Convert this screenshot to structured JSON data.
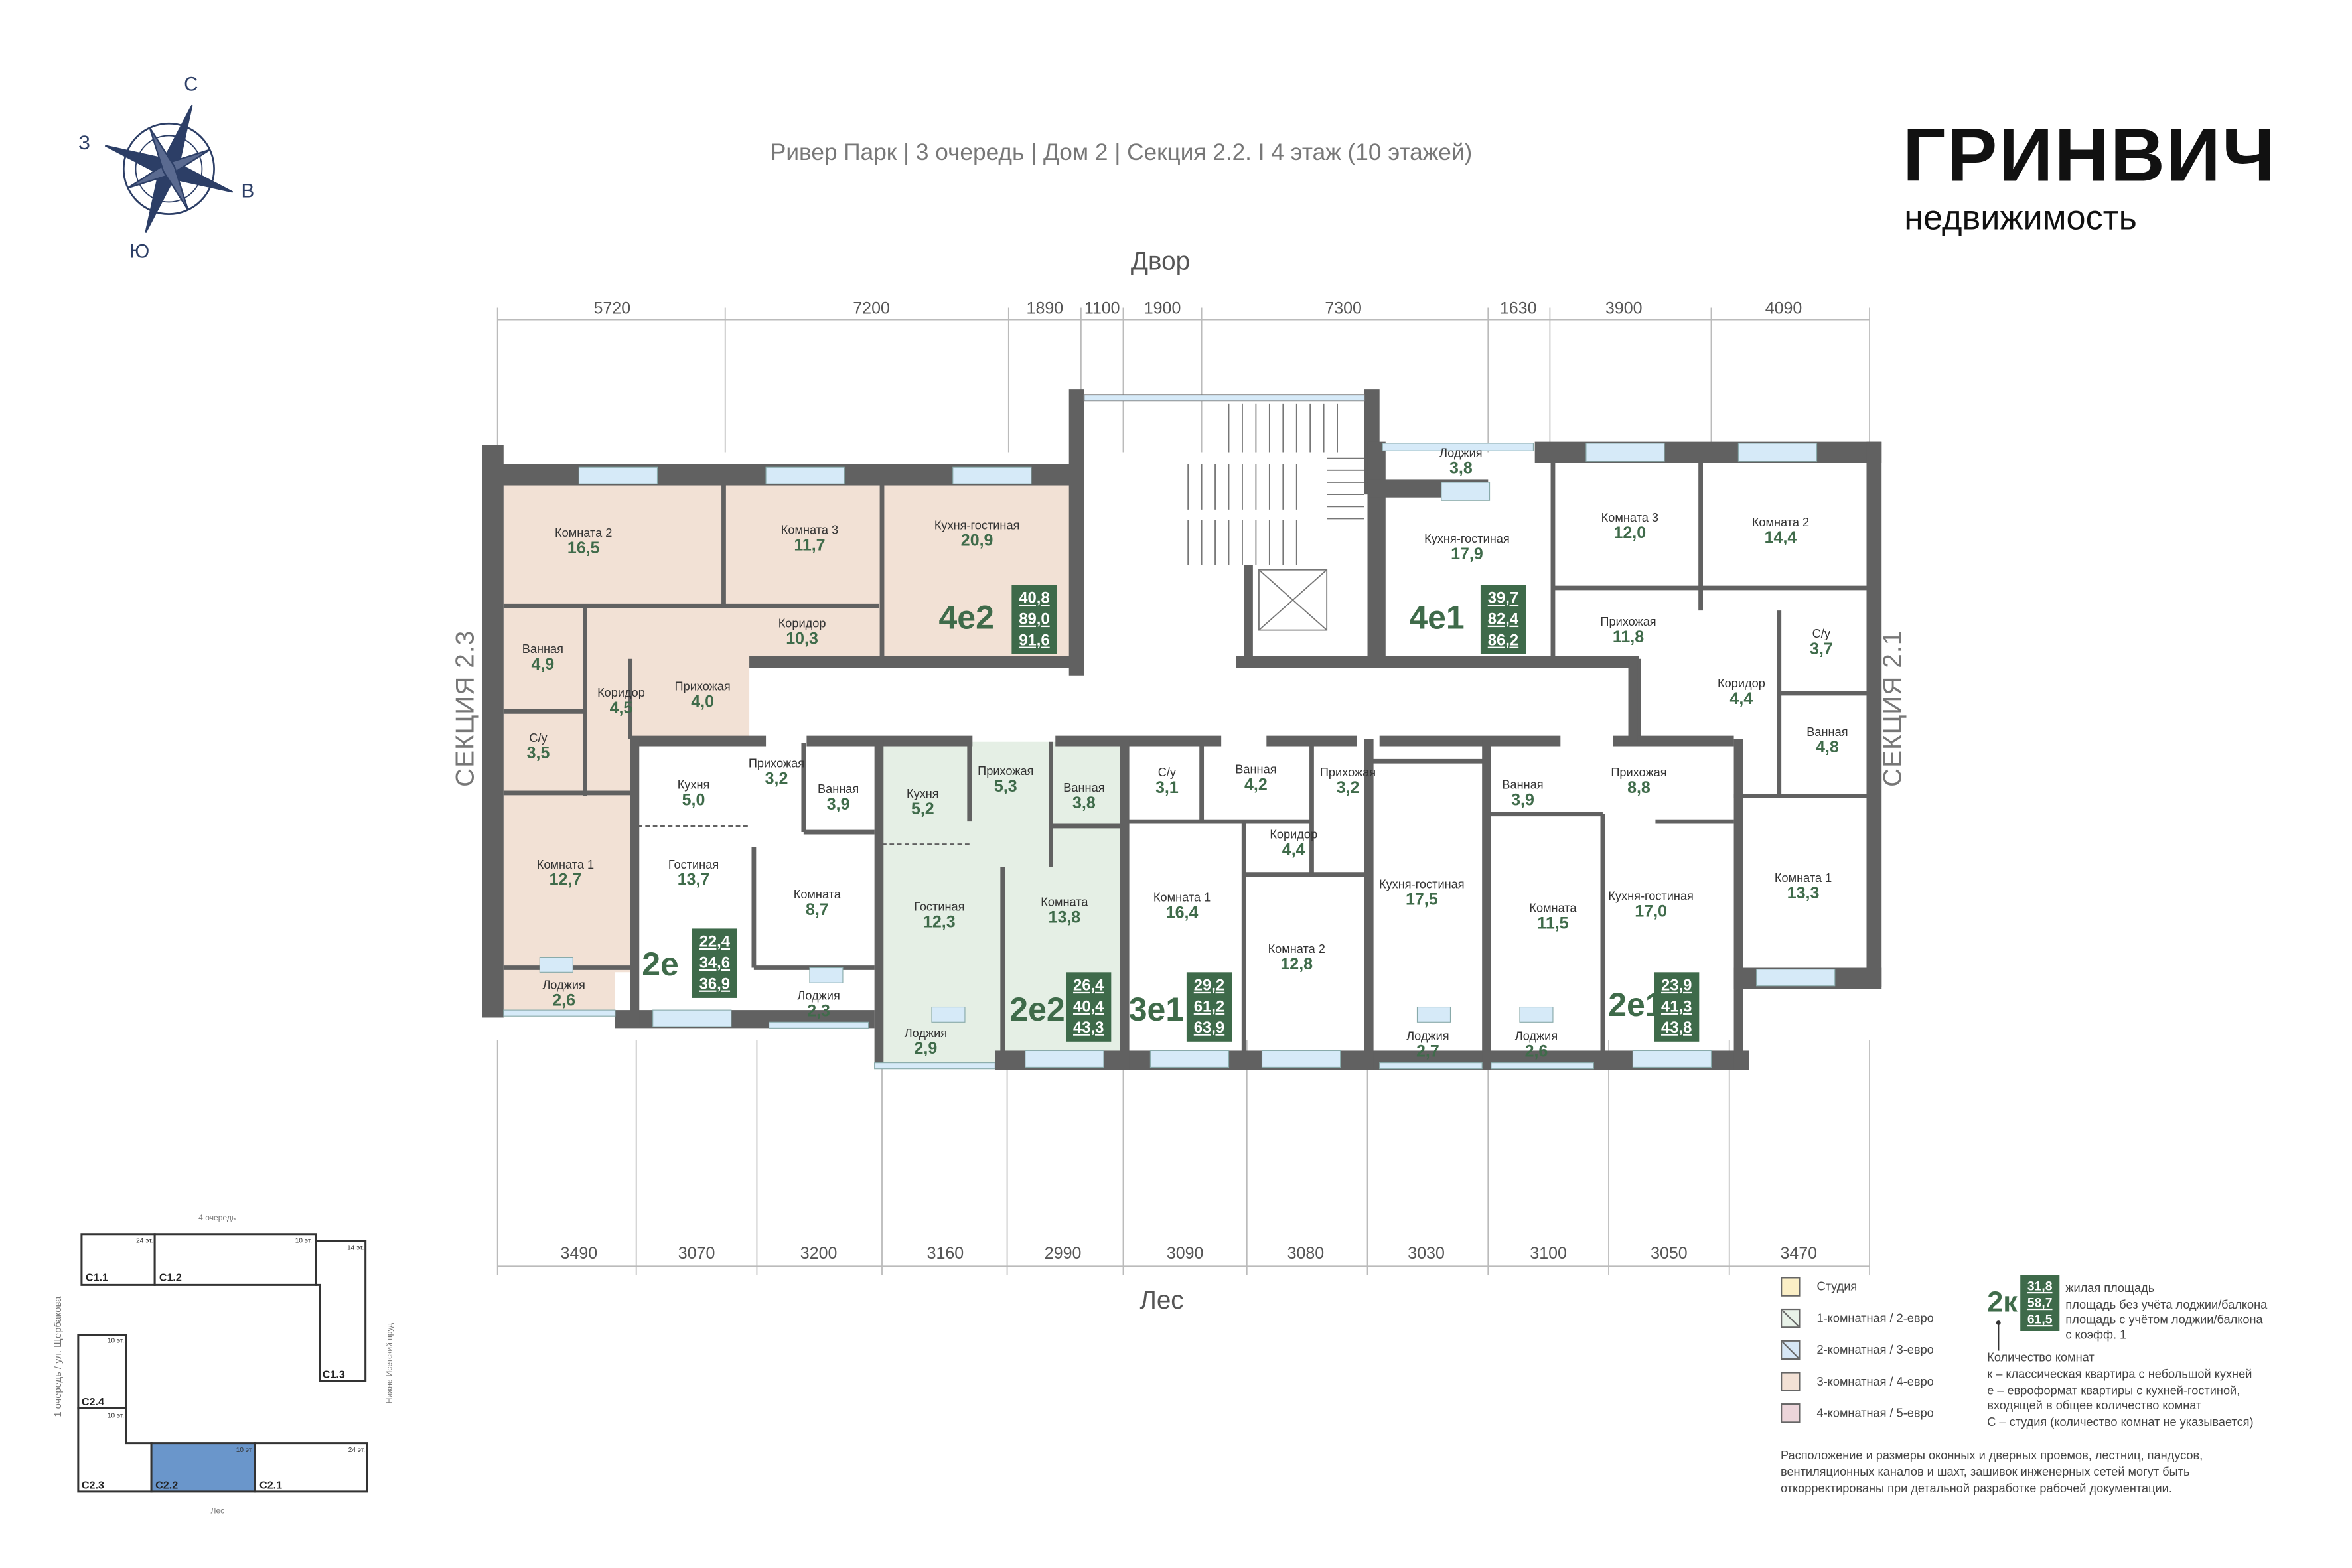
{
  "header": {
    "title": "Ривер Парк | 3 очередь | Дом 2 | Секция 2.2. I 4 этаж (10 этажей)"
  },
  "logo": {
    "name": "ГРИНВИЧ",
    "sub": "недвижимость"
  },
  "compass": {
    "n": "С",
    "w": "З",
    "e": "В",
    "s": "Ю"
  },
  "sides": {
    "top": "Двор",
    "bottom": "Лес",
    "left": "СЕКЦИЯ 2.3",
    "right": "СЕКЦИЯ 2.1"
  },
  "dims_top": [
    "5720",
    "7200",
    "1890",
    "1100",
    "1900",
    "7300",
    "1630",
    "3900",
    "4090"
  ],
  "dims_bottom": [
    "3490",
    "3070",
    "3200",
    "3160",
    "2990",
    "3090",
    "3080",
    "3030",
    "3100",
    "3050",
    "3470"
  ],
  "colors": {
    "wall": "#616161",
    "three_room": "#f2e1d5",
    "one_room": "#e5efe5",
    "window": "#d6eaf8",
    "badge": "#3e6a4a",
    "selected_section": "#6a96cb"
  },
  "apartments": [
    {
      "code": "4е2",
      "living": "40,8",
      "total": "89,0",
      "total_coef": "91,6",
      "rooms": [
        {
          "name": "Комната 2",
          "area": "16,5"
        },
        {
          "name": "Комната 3",
          "area": "11,7"
        },
        {
          "name": "Кухня-гостиная",
          "area": "20,9"
        },
        {
          "name": "Коридор",
          "area": "10,3"
        },
        {
          "name": "Ванная",
          "area": "4,9"
        },
        {
          "name": "Коридор",
          "area": "4,5"
        },
        {
          "name": "Прихожая",
          "area": "4,0"
        },
        {
          "name": "С/у",
          "area": "3,5"
        },
        {
          "name": "Комната 1",
          "area": "12,7"
        },
        {
          "name": "Лоджия",
          "area": "2,6"
        }
      ]
    },
    {
      "code": "2е",
      "living": "22,4",
      "total": "34,6",
      "total_coef": "36,9",
      "rooms": [
        {
          "name": "Кухня",
          "area": "5,0"
        },
        {
          "name": "Прихожая",
          "area": "3,2"
        },
        {
          "name": "Ванная",
          "area": "3,9"
        },
        {
          "name": "Гостиная",
          "area": "13,7"
        },
        {
          "name": "Комната",
          "area": "8,7"
        },
        {
          "name": "Лоджия",
          "area": "2,3"
        }
      ]
    },
    {
      "code": "2е2",
      "living": "26,4",
      "total": "40,4",
      "total_coef": "43,3",
      "rooms": [
        {
          "name": "Кухня",
          "area": "5,2"
        },
        {
          "name": "Прихожая",
          "area": "5,3"
        },
        {
          "name": "Ванная",
          "area": "3,8"
        },
        {
          "name": "Гостиная",
          "area": "12,3"
        },
        {
          "name": "Комната",
          "area": "13,8"
        },
        {
          "name": "Лоджия",
          "area": "2,9"
        }
      ]
    },
    {
      "code": "3е1",
      "living": "29,2",
      "total": "61,2",
      "total_coef": "63,9",
      "rooms": [
        {
          "name": "С/у",
          "area": "3,1"
        },
        {
          "name": "Ванная",
          "area": "4,2"
        },
        {
          "name": "Прихожая",
          "area": "3,2"
        },
        {
          "name": "Коридор",
          "area": "4,4"
        },
        {
          "name": "Комната 1",
          "area": "16,4"
        },
        {
          "name": "Комната 2",
          "area": "12,8"
        },
        {
          "name": "Кухня-гостиная",
          "area": "17,5"
        },
        {
          "name": "Лоджия",
          "area": "2,7"
        }
      ]
    },
    {
      "code": "2е1",
      "living": "23,9",
      "total": "41,3",
      "total_coef": "43,8",
      "rooms": [
        {
          "name": "Ванная",
          "area": "3,9"
        },
        {
          "name": "Прихожая",
          "area": "8,8"
        },
        {
          "name": "Комната",
          "area": "11,5"
        },
        {
          "name": "Кухня-гостиная",
          "area": "17,0"
        },
        {
          "name": "Лоджия",
          "area": "2,6"
        }
      ]
    },
    {
      "code": "4е1",
      "living": "39,7",
      "total": "82,4",
      "total_coef": "86,2",
      "rooms": [
        {
          "name": "Лоджия",
          "area": "3,8"
        },
        {
          "name": "Кухня-гостиная",
          "area": "17,9"
        },
        {
          "name": "Комната 3",
          "area": "12,0"
        },
        {
          "name": "Комната 2",
          "area": "14,4"
        },
        {
          "name": "Прихожая",
          "area": "11,8"
        },
        {
          "name": "С/у",
          "area": "3,7"
        },
        {
          "name": "Коридор",
          "area": "4,4"
        },
        {
          "name": "Ванная",
          "area": "4,8"
        },
        {
          "name": "Комната 1",
          "area": "13,3"
        }
      ]
    }
  ],
  "minimap": {
    "top_label": "4 очередь",
    "bottom_label": "Лес",
    "right_label": "Нижне-Исетский пруд",
    "left_label": "1 очередь / ул. Щербакова",
    "sections": [
      {
        "id": "С1.1",
        "floors": "24 эт."
      },
      {
        "id": "С1.2",
        "floors": "10 эт."
      },
      {
        "id": "С1.3",
        "floors": "14 эт."
      },
      {
        "id": "С2.4",
        "floors": "10 эт."
      },
      {
        "id": "С2.3",
        "floors": "10 эт."
      },
      {
        "id": "С2.2",
        "floors": "10 эт.",
        "selected": true
      },
      {
        "id": "С2.1",
        "floors": "24 эт."
      }
    ]
  },
  "legend": {
    "types": [
      {
        "label": "Студия",
        "color": "#fbefc6"
      },
      {
        "label": "1-комнатная / 2-евро",
        "color": "#e8f2e8"
      },
      {
        "label": "2-комнатная / 3-евро",
        "color": "#d6e6f5"
      },
      {
        "label": "3-комнатная / 4-евро",
        "color": "#f3e1d5"
      },
      {
        "label": "4-комнатная / 5-евро",
        "color": "#ecd5da"
      }
    ],
    "example": {
      "code": "2к",
      "living": "31,8",
      "total": "58,7",
      "total_coef": "61,5"
    },
    "example_desc": [
      "жилая площадь",
      "площадь без учёта лоджии/балкона",
      "площадь с учётом лоджии/балкона",
      "с коэфф. 1"
    ],
    "notes": [
      "Количество комнат",
      "к – классическая квартира с небольшой кухней",
      "е – евроформат квартиры с кухней-гостиной,",
      "входящей в общее количество комнат",
      "С  – студия (количество комнат не указывается)"
    ],
    "disclaimer": [
      "Расположение и размеры оконных и дверных проемов, лестниц, пандусов,",
      "вентиляционных каналов и шахт, зашивок инженерных сетей могут быть",
      "откорректированы при детальной разработке рабочей документации."
    ]
  }
}
